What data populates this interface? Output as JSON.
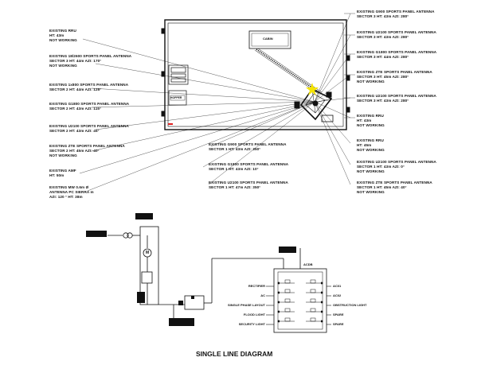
{
  "site_plan": {
    "cabin_label": "CABIN",
    "hopper_label": "HOPPER",
    "callouts_left": [
      {
        "line1": "EXISTING RRU",
        "line2": "HT: 43m",
        "line3": "NOT WORKING"
      },
      {
        "line1": "EXISTING 18/2600 SPORTS PANEL ANTENNA",
        "line2": "SECTOR 3 HT: 44m AZI: 170°",
        "line3": "NOT WORKING"
      },
      {
        "line1": "EXISTING 1x800 SPORTS PANEL ANTENNA",
        "line2": "SECTOR 2 HT: 44m AZI: 125°",
        "line3": ""
      },
      {
        "line1": "EXISTING G1800 SPORTS PANEL ANTENNA",
        "line2": "SECTOR 2 HT: 43m AZI: 115°",
        "line3": ""
      },
      {
        "line1": "EXISTING U2100 SPORTS PANEL ANTENNA",
        "line2": "SECTOR 2 HT: 43m AZI: 45°",
        "line3": ""
      },
      {
        "line1": "EXISTING ZTE SPORTS PANEL ANTENNA",
        "line2": "SECTOR 2 HT: 45m AZI: 40°",
        "line3": "NOT WORKING"
      },
      {
        "line1": "EXISTING AMF",
        "line2": "HT: 50m",
        "line3": ""
      },
      {
        "line1": "EXISTING MW 0.6m Ø",
        "line2": "ANTENNA PC SIERRA m",
        "line3": "AZI: 120 ° HT: 38m"
      }
    ],
    "callouts_right": [
      {
        "line1": "EXISTING G900 SPORTS PANEL ANTENNA",
        "line2": "SECTOR 3 HT: 43m AZI: 280°",
        "line3": ""
      },
      {
        "line1": "EXISTING U2100 SPORTS PANEL ANTENNA",
        "line2": "SECTOR 3 HT: 43m AZI: 280°",
        "line3": ""
      },
      {
        "line1": "EXISTING G1800 SPORTS PANEL ANTENNA",
        "line2": "SECTOR 3 HT: 44m AZI: 280°",
        "line3": ""
      },
      {
        "line1": "EXISTING ZTE SPORTS PANEL ANTENNA",
        "line2": "SECTOR 3 HT: 45m AZI: 280°",
        "line3": "NOT WORKING"
      },
      {
        "line1": "EXISTING U2100 SPORTS PANEL ANTENNA",
        "line2": "SECTOR 3 HT: 43m AZI: 280°",
        "line3": ""
      },
      {
        "line1": "EXISTING RRU",
        "line2": "HT: 43m",
        "line3": "NOT WORKING"
      },
      {
        "line1": "EXISTING RRU",
        "line2": "HT: 45m",
        "line3": "NOT WORKING"
      },
      {
        "line1": "EXISTING U2100 SPORTS PANEL ANTENNA",
        "line2": "SECTOR 1 HT: 43m AZI: 0°",
        "line3": "NOT WORKING"
      },
      {
        "line1": "EXISTING ZTE SPORTS PANEL ANTENNA",
        "line2": "SECTOR 1 HT: 45m AZI: 40°",
        "line3": "NOT WORKING"
      }
    ],
    "callouts_bottom": [
      {
        "line1": "EXISTING G900 SPORTS PANEL ANTENNA",
        "line2": "SECTOR 1 HT: 43m AZI: 350°"
      },
      {
        "line1": "EXISTING G1800 SPORTS PANEL ANTENNA",
        "line2": "SECTOR 1 HT: 43m AZI: 10°"
      },
      {
        "line1": "EXISTING U2100 SPORTS PANEL ANTENNA",
        "line2": "SECTOR 1 HT: 47m AZI: 350°"
      }
    ]
  },
  "single_line": {
    "title": "SINGLE LINE DIAGRAM",
    "meter_label": "M",
    "db_label": "ACDB",
    "circuits": [
      {
        "left": "RECTIFIER",
        "right": "AC01"
      },
      {
        "left": "AC",
        "right": "AC02"
      },
      {
        "left": "SINGLE PHASE LAYOUT",
        "right": "OBSTRUCTION LIGHT"
      },
      {
        "left": "FLOOD LIGHT",
        "right": "SPARE"
      },
      {
        "left": "SECURITY LIGHT",
        "right": "SPARE"
      }
    ]
  },
  "colors": {
    "ink": "#111111",
    "highlight": "#f5e400",
    "marker": "#e02020"
  }
}
